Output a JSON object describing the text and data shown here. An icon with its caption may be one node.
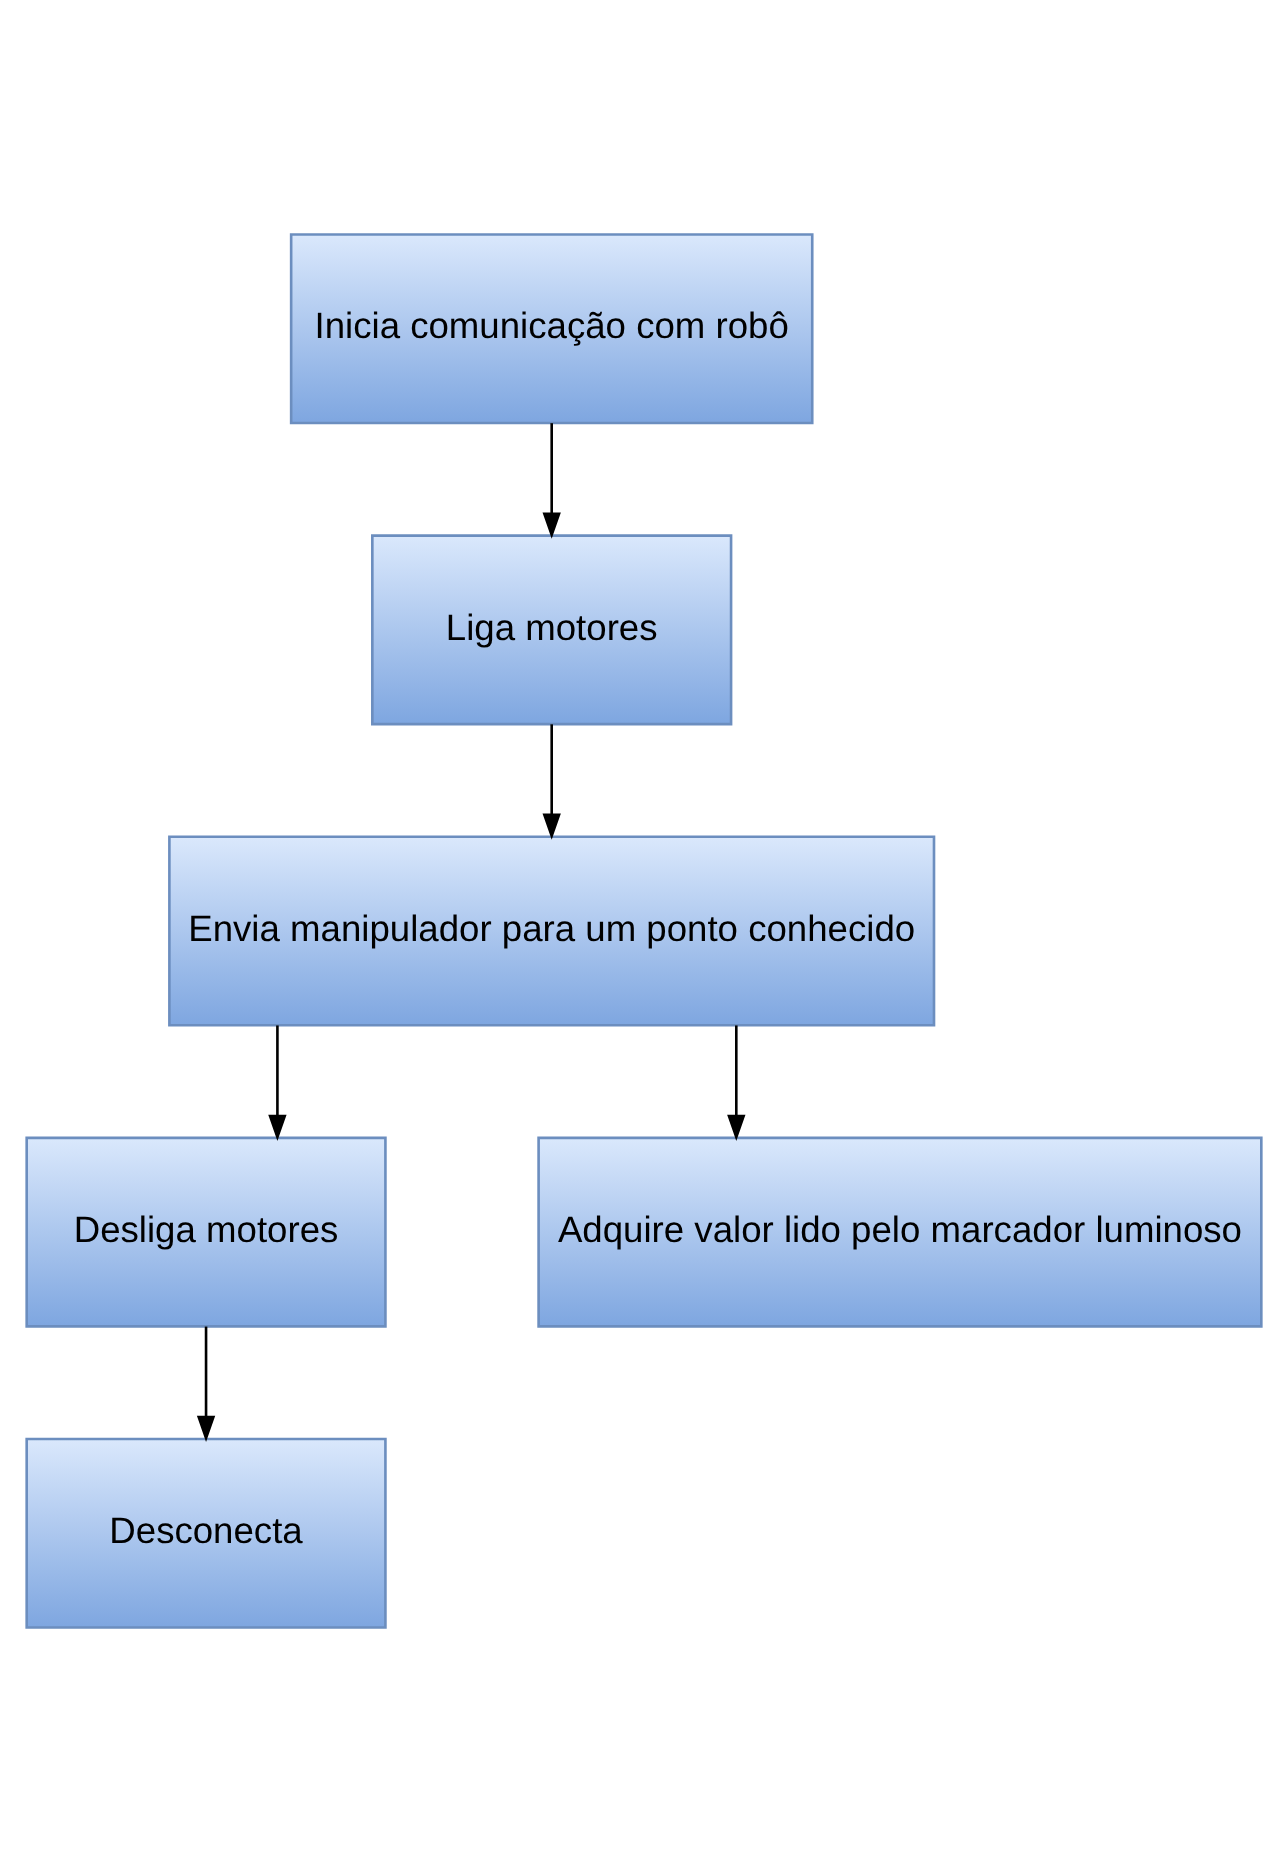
{
  "diagram": {
    "nodes": [
      {
        "text": [
          "Inicia comunicação com robô"
        ]
      },
      {
        "text": [
          "Liga motores"
        ]
      },
      {
        "text": [
          "Envia manipulador para um ponto conhecido"
        ]
      },
      {
        "text": [
          "Desliga motores"
        ]
      },
      {
        "text": [
          "Desconecta"
        ]
      },
      {
        "text": [
          "Adquire valor lido pelo marcador luminoso"
        ]
      }
    ],
    "edges": [
      {
        "from": 0,
        "to": 1,
        "arrow": "to"
      },
      {
        "from": 1,
        "to": 2,
        "arrow": "to"
      },
      {
        "from": 2,
        "to": 3,
        "arrow": "to"
      },
      {
        "from": 2,
        "to": 5,
        "arrow": "to"
      },
      {
        "from": 3,
        "to": 4,
        "arrow": "to"
      }
    ]
  }
}
